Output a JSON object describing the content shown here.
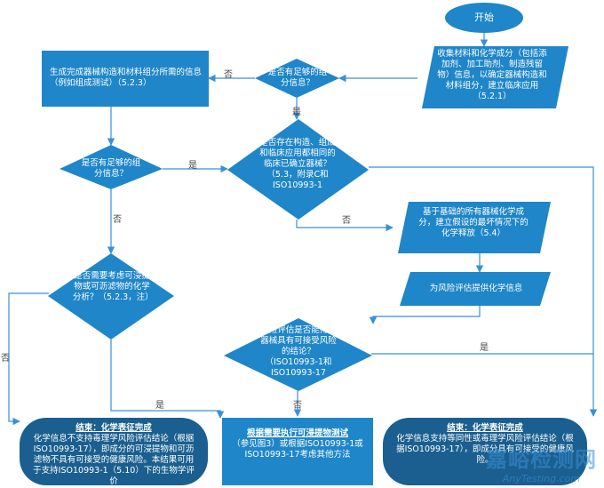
{
  "colors": {
    "node_fill": "#1f86c9",
    "terminal_fill": "#1a5f8f",
    "edge": "#3a8fd9"
  },
  "nodes": {
    "start": "开始",
    "collect": "收集材料和化学成分（包括添加剂、加工助剂、制造残留物）信息，以确定器械构造和材料组分，建立临床应用（5.2.1）",
    "generate": "生成完成器械构造和材料组分所需的信息（例如组成测试）（5.2.3）",
    "enough1": "是否有足够的组分信息？",
    "same_use": "是否存在构造、组成和临床应用都相同的临床已确立器械？（5.3，附录C和ISO10993-1",
    "enough2": "是否有足够的组分信息？",
    "worst_case": "基于基础的所有器械化学成分，建立假设的最坏情况下的化学释放（5.4）",
    "need_analysis": "是否需要考虑可浸提物或可沥滤物的化学分析？（5.2.3，注）",
    "provide_info": "为风险评估提供化学信息",
    "risk_eval": "风险评估是否能得出器械具有可接受风险的结论？（ISO10993-1和ISO10993-17",
    "end_left_title": "结束：化学表征完成",
    "end_left_body": "化学信息不支持毒理学风险评估结论（根据ISO10993-17），即成分的可浸提物和可沥滤物不具有可接受的健康风险。本结果可用于支持ISO10993-1（5.10）下的生物学评价",
    "extract_title": "根据需要执行可浸提物测试",
    "extract_body": "（参见图3）或根据ISO10993-1或ISO10993-17考虑其他方法",
    "end_right_title": "结束：化学表征完成",
    "end_right_body": "化学信息支持等同性或毒理学风险评估结论（根据ISO10993-17），即成分具有可接受的健康风险。"
  },
  "edge_labels": {
    "no_enough1": "否",
    "yes_enough1": "是",
    "yes_enough2": "是",
    "no_enough2": "否",
    "no_same_use": "否",
    "no_need": "否",
    "yes_need": "是",
    "yes_risk": "是",
    "no_risk": "否"
  },
  "watermark": {
    "cn": "嘉峪检测网",
    "en": "AnyTesting.com"
  }
}
